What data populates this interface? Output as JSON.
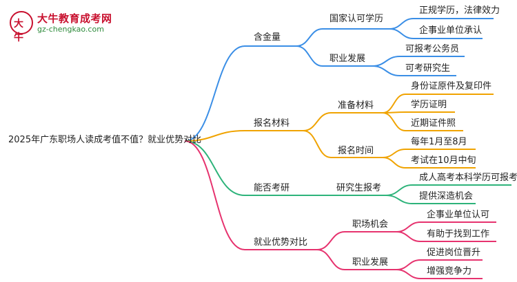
{
  "logo": {
    "mark": "大牛",
    "title": "大牛教育成考网",
    "url": "gz-chengkao.com"
  },
  "colors": {
    "blue": "#3a8ee6",
    "orange": "#f0a300",
    "green": "#2db37a",
    "pink": "#e6326e"
  },
  "root": "2025年广东职场人读成考值不值？就业优势对比",
  "b1": {
    "label": "含金量",
    "c1": {
      "label": "国家认可学历",
      "l1": "正规学历，法律效力",
      "l2": "企事业单位承认"
    },
    "c2": {
      "label": "职业发展",
      "l1": "可报考公务员",
      "l2": "可考研究生"
    }
  },
  "b2": {
    "label": "报名材料",
    "c1": {
      "label": "准备材料",
      "l1": "身份证原件及复印件",
      "l2": "学历证明",
      "l3": "近期证件照"
    },
    "c2": {
      "label": "报名时间",
      "l1": "每年1月至8月",
      "l2": "考试在10月中旬"
    }
  },
  "b3": {
    "label": "能否考研",
    "c1": {
      "label": "研究生报考",
      "l1": "成人高考本科学历可报考",
      "l2": "提供深造机会"
    }
  },
  "b4": {
    "label": "就业优势对比",
    "c1": {
      "label": "职场机会",
      "l1": "企事业单位认可",
      "l2": "有助于找到工作"
    },
    "c2": {
      "label": "职业发展",
      "l1": "促进岗位晋升",
      "l2": "增强竞争力"
    }
  }
}
